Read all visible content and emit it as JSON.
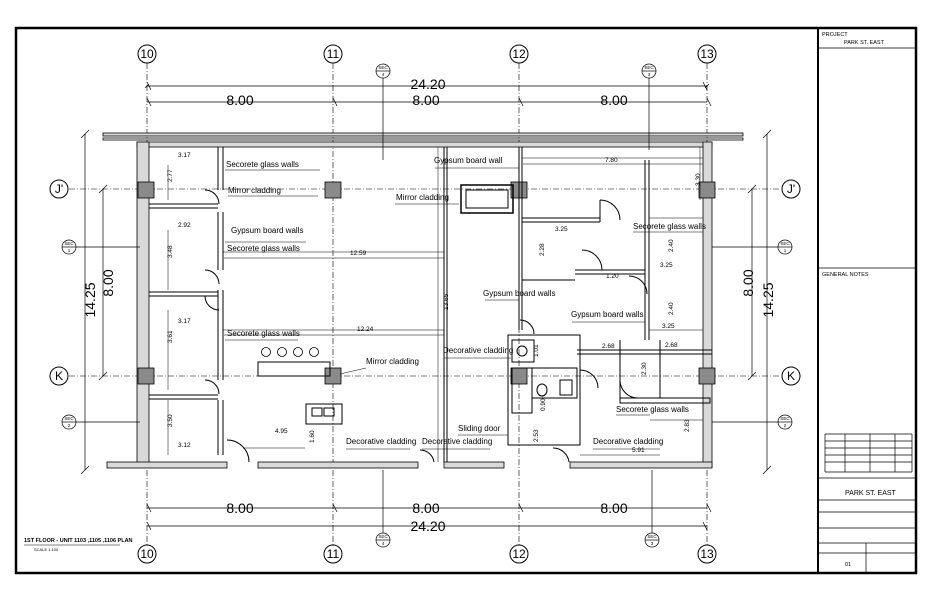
{
  "grid": {
    "columns": [
      "10",
      "11",
      "12",
      "13"
    ],
    "rows": [
      "J'",
      "K"
    ]
  },
  "dimensions": {
    "total_top": "24.20",
    "spans_top": [
      "8.00",
      "8.00",
      "8.00"
    ],
    "total_bottom": "24.20",
    "spans_bottom": [
      "8.00",
      "8.00",
      "8.00"
    ],
    "left_total": "14.25",
    "left_span": "8.00",
    "right_total": "14.25",
    "right_span": "8.00"
  },
  "small_dims": {
    "d317a": "3.17",
    "d277": "2.77",
    "d292": "2.92",
    "d348": "3.48",
    "d317b": "3.17",
    "d361": "3.61",
    "d350": "3.50",
    "d312": "3.12",
    "d495": "4.95",
    "d160": "1.60",
    "d1259": "12.59",
    "d1224": "12.24",
    "d1365": "13.65",
    "d780": "7.80",
    "d330": "3.30",
    "d325a": "3.25",
    "d228": "2.28",
    "d120": "1.20",
    "d240a": "2.40",
    "d325b": "3.25",
    "d240b": "2.40",
    "d325c": "3.25",
    "d268a": "2.68",
    "d268b": "2.68",
    "d230": "2.30",
    "d101": "1.01",
    "d090": "0.90",
    "d253": "2.53",
    "d283": "2.83",
    "d591": "5.91"
  },
  "labels": {
    "secorete_1": "Secorete glass walls",
    "mirror_1": "Mirror cladding",
    "gypsum_top": "Gypsum board wall",
    "mirror_2": "Mirror cladding",
    "gypsum_left": "Gypsum board walls",
    "secorete_2": "Secorete glass walls",
    "secorete_right": "Secorete glass walls",
    "gypsum_mid": "Gypsum board walls",
    "gypsum_right": "Gypsum board walls",
    "secorete_3": "Secorete glass walls",
    "decorative_1": "Decorative cladding",
    "mirror_3": "Mirror cladding",
    "secorete_4": "Secorete glass walls",
    "sliding_door": "Sliding door",
    "decorative_2": "Decorative cladding",
    "decorative_3": "Decorative cladding",
    "decorative_4": "Decorative cladding"
  },
  "section_markers": [
    "SEC",
    "SEC",
    "SEC",
    "SEC",
    "SEC",
    "SEC",
    "SEC"
  ],
  "section_numbers": [
    "4",
    "3",
    "1",
    "1",
    "2",
    "2",
    "4",
    "3"
  ],
  "plan_title": "1ST FLOOR - UNIT 1103 ,1105 ,1106 PLAN",
  "plan_scale": "SCALE 1:100",
  "title_block": {
    "project_label": "PROJECT",
    "project_name": "PARK ST. EAST",
    "notes_label": "GENERAL NOTES",
    "company": "PARK ST. EAST",
    "sheet_no": "01"
  },
  "colors": {
    "line": "#000000",
    "column_fill": "#8a8a8a",
    "wall_fill": "#d9d9d9"
  }
}
